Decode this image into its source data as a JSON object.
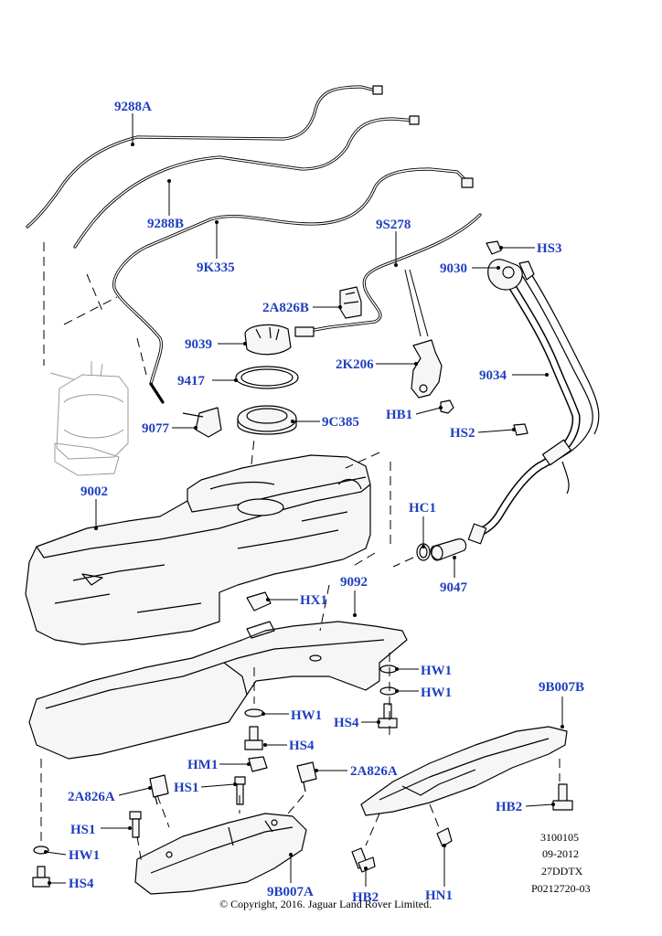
{
  "labels": {
    "l9288A": "9288A",
    "l9288B": "9288B",
    "l9K335": "9K335",
    "l9S278": "9S278",
    "lHS3": "HS3",
    "l9030": "9030",
    "l2A826B": "2A826B",
    "l9039": "9039",
    "l2K206": "2K206",
    "l9417": "9417",
    "l9034": "9034",
    "l9077": "9077",
    "l9C385": "9C385",
    "lHB1": "HB1",
    "lHS2": "HS2",
    "l9002": "9002",
    "lHC1": "HC1",
    "l9047": "9047",
    "l9092": "9092",
    "lHX1": "HX1",
    "lHW1a": "HW1",
    "lHW1b": "HW1",
    "lHW1c": "HW1",
    "lHS4a": "HS4",
    "lHS4b": "HS4",
    "l9B007B": "9B007B",
    "lHM1": "HM1",
    "l2A826Aa": "2A826A",
    "l2A826Ab": "2A826A",
    "lHS1a": "HS1",
    "lHS1b": "HS1",
    "lHB2a": "HB2",
    "lHW1d": "HW1",
    "lHS4c": "HS4",
    "l9B007A": "9B007A",
    "lHB2b": "HB2",
    "lHN1": "HN1"
  },
  "meta": {
    "line1": "3100105",
    "line2": "09-2012",
    "line3": "27DDTX",
    "line4": "P0212720-03"
  },
  "copyright": "© Copyright, 2016. Jaguar Land Rover Limited."
}
